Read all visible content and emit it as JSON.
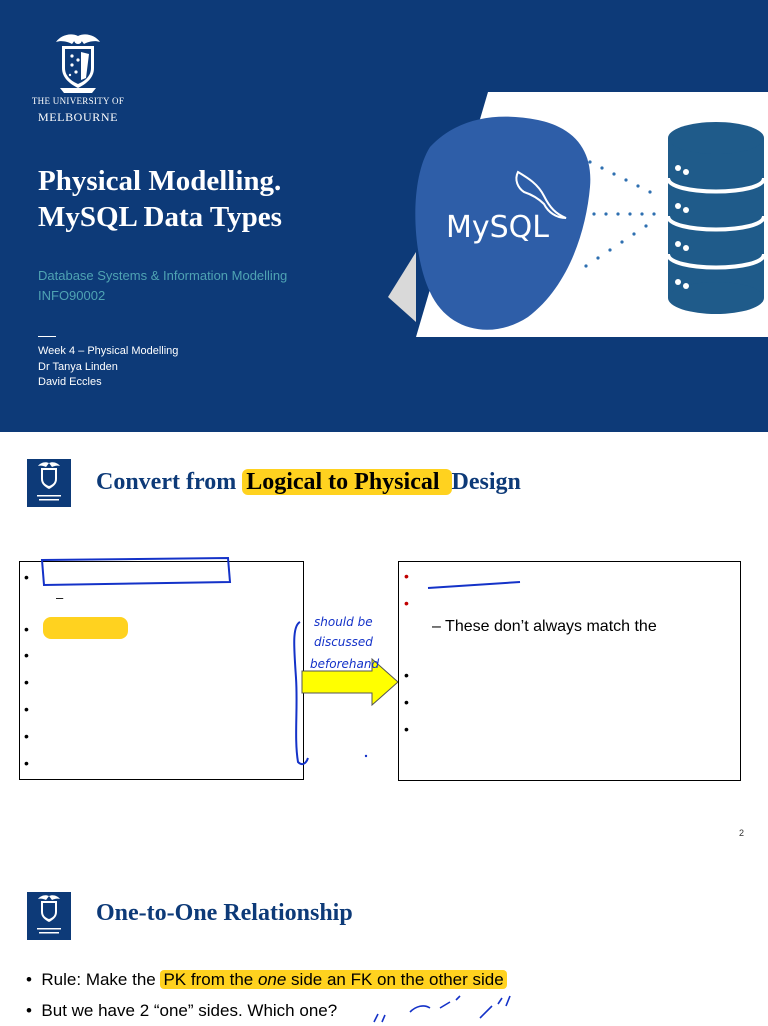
{
  "slide1": {
    "logo": {
      "line1": "THE UNIVERSITY OF",
      "line2": "MELBOURNE"
    },
    "title_line1": "Physical Modelling.",
    "title_line2": "MySQL Data Types",
    "subject": "Database Systems & Information Modelling",
    "code": "INFO90002",
    "week": "Week 4 – Physical Modelling",
    "author1": "Dr Tanya Linden",
    "author2": "David Eccles",
    "graphic_label": "MySQL",
    "colors": {
      "background": "#0d3a78",
      "accent": "#4fa3b3",
      "mysql_blob": "#2e5ea8",
      "database": "#1f5b8a"
    }
  },
  "slide2": {
    "heading_pre": "Convert from ",
    "heading_highlight": "Logical to Physical ",
    "heading_post": "Design",
    "right_box_subtext": "–  These don’t always match the",
    "left_sub_dash": "–",
    "handwriting": [
      "should be",
      "discussed",
      "beforehand"
    ],
    "page_number": "2",
    "colors": {
      "highlight": "#ffd21f",
      "arrow": "#ffff00",
      "ink": "#1432c8"
    }
  },
  "slide3": {
    "heading": "One-to-One Relationship",
    "rule_pre": "Rule: Make the ",
    "rule_hl_a": "PK from the ",
    "rule_hl_em": "one",
    "rule_hl_b": " side an FK on the other side",
    "question": "But we have 2 “one” sides. Which one?"
  }
}
